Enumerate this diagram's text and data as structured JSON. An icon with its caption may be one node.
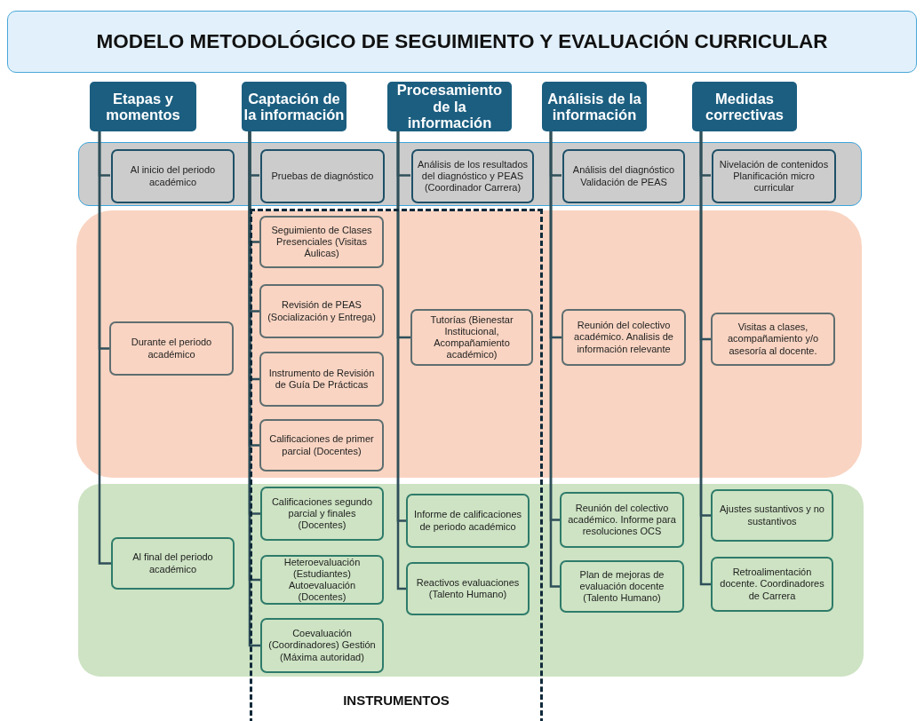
{
  "diagram": {
    "title": "MODELO METODOLÓGICO DE SEGUIMIENTO Y EVALUACIÓN CURRICULAR",
    "nodes": [
      {
        "text": [
          "Etapas y momentos"
        ]
      },
      {
        "text": [
          "Captación de la información"
        ]
      },
      {
        "text": [
          "Procesamiento de la información"
        ]
      },
      {
        "text": [
          "Análisis de la información"
        ]
      },
      {
        "text": [
          "Medidas correctivas"
        ]
      },
      {
        "text": [],
        "shape": "box"
      },
      {
        "text": [
          "Al inicio del periodo académico"
        ],
        "in": 5
      },
      {
        "text": [
          "Pruebas de diagnóstico"
        ],
        "in": 5
      },
      {
        "text": [
          "Análisis de los resultados del diagnóstico y PEAS (Coordinador Carrera)"
        ],
        "in": 5
      },
      {
        "text": [
          "Análisis del diagnóstico Validación de PEAS"
        ],
        "in": 5
      },
      {
        "text": [
          "Nivelación de contenidos Planificación micro curricular"
        ],
        "in": 5
      },
      {
        "text": [],
        "shape": "box"
      },
      {
        "text": [
          "Durante el periodo académico"
        ],
        "in": 11
      },
      {
        "text": [
          "Seguimiento de Clases Presenciales (Visitas Áulicas)"
        ],
        "in": 11
      },
      {
        "text": [
          "Revisión de PEAS (Socialización y Entrega)"
        ],
        "in": 11
      },
      {
        "text": [
          "Instrumento de Revisión de Guía De Prácticas"
        ],
        "in": 11
      },
      {
        "text": [
          "Calificaciones de primer parcial (Docentes)"
        ],
        "in": 11
      },
      {
        "text": [
          "Tutorías (Bienestar Institucional, Acompañamiento académico)"
        ],
        "in": 11
      },
      {
        "text": [
          "Reunión del colectivo académico. Analisis de información relevante"
        ],
        "in": 11
      },
      {
        "text": [
          "Visitas a clases, acompañamiento y/o asesoría al docente."
        ],
        "in": 11
      },
      {
        "text": [],
        "shape": "box"
      },
      {
        "text": [
          "Al final del periodo académico"
        ],
        "in": 20
      },
      {
        "text": [
          "Calificaciones segundo parcial y finales (Docentes)"
        ],
        "in": 20
      },
      {
        "text": [
          "Heteroevaluación (Estudiantes) Autoevaluación (Docentes)"
        ],
        "in": 20
      },
      {
        "text": [
          "Coevaluación (Coordinadores) Gestión (Máxima autoridad)"
        ],
        "in": 20
      },
      {
        "text": [
          "Informe de calificaciones de periodo académico"
        ],
        "in": 20
      },
      {
        "text": [
          "Reactivos evaluaciones (Talento Humano)"
        ],
        "in": 20
      },
      {
        "text": [
          "Reunión del colectivo académico. Informe para resoluciones OCS"
        ],
        "in": 20
      },
      {
        "text": [
          "Plan de mejoras de evaluación docente (Talento Humano)"
        ],
        "in": 20
      },
      {
        "text": [
          "Ajustes sustantivos y no sustantivos"
        ],
        "in": 20
      },
      {
        "text": [
          "Retroalimentación docente. Coordinadores de Carrera"
        ],
        "in": 20
      }
    ],
    "labels": [
      "INSTRUMENTOS"
    ],
    "edges": [
      {
        "from": 0,
        "to": 6,
        "arrow": "none"
      },
      {
        "from": 0,
        "to": 12,
        "arrow": "none"
      },
      {
        "from": 0,
        "to": 21,
        "arrow": "none"
      },
      {
        "from": 1,
        "to": 7,
        "arrow": "none"
      },
      {
        "from": 1,
        "to": 13,
        "arrow": "none"
      },
      {
        "from": 1,
        "to": 14,
        "arrow": "none"
      },
      {
        "from": 1,
        "to": 15,
        "arrow": "none"
      },
      {
        "from": 1,
        "to": 16,
        "arrow": "none"
      },
      {
        "from": 1,
        "to": 22,
        "arrow": "none"
      },
      {
        "from": 1,
        "to": 23,
        "arrow": "none"
      },
      {
        "from": 1,
        "to": 24,
        "arrow": "none"
      },
      {
        "from": 2,
        "to": 8,
        "arrow": "none"
      },
      {
        "from": 2,
        "to": 17,
        "arrow": "none"
      },
      {
        "from": 2,
        "to": 25,
        "arrow": "none"
      },
      {
        "from": 2,
        "to": 26,
        "arrow": "none"
      },
      {
        "from": 3,
        "to": 9,
        "arrow": "none"
      },
      {
        "from": 3,
        "to": 18,
        "arrow": "none"
      },
      {
        "from": 3,
        "to": 27,
        "arrow": "none"
      },
      {
        "from": 3,
        "to": 28,
        "arrow": "none"
      },
      {
        "from": 4,
        "to": 10,
        "arrow": "none"
      },
      {
        "from": 4,
        "to": 19,
        "arrow": "none"
      },
      {
        "from": 4,
        "to": 29,
        "arrow": "none"
      },
      {
        "from": 4,
        "to": 30,
        "arrow": "none"
      }
    ]
  }
}
